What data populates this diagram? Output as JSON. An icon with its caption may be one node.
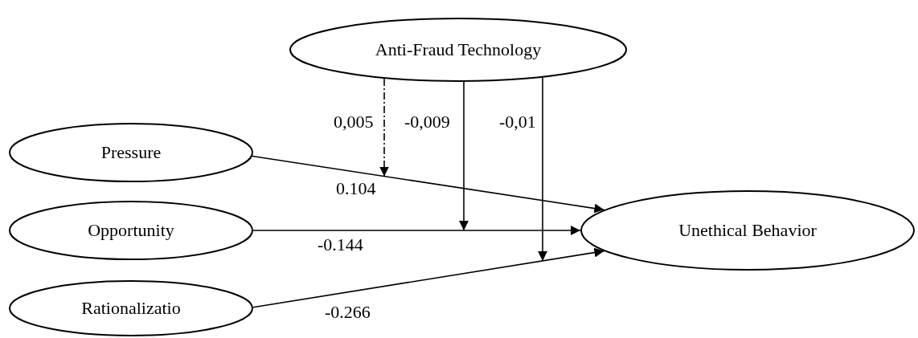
{
  "diagram": {
    "nodes": [
      {
        "text": [
          "Anti-Fraud Technology"
        ]
      },
      {
        "text": [
          "Pressure"
        ]
      },
      {
        "text": [
          "Opportunity"
        ]
      },
      {
        "text": [
          "Rationalizatio"
        ]
      },
      {
        "text": [
          "Unethical Behavior"
        ]
      }
    ],
    "edges": [
      {
        "from": 1,
        "to": 4,
        "arrow": "to",
        "label": "0.104"
      },
      {
        "from": 2,
        "to": 4,
        "arrow": "to",
        "label": "-0.144"
      },
      {
        "from": 3,
        "to": 4,
        "arrow": "to",
        "label": "-0.266"
      },
      {
        "from": 0,
        "to": null,
        "arrow": "to",
        "label": "0,005",
        "style": "dashed"
      },
      {
        "from": 0,
        "to": null,
        "arrow": "to",
        "label": "-0,009"
      },
      {
        "from": 0,
        "to": null,
        "arrow": "to",
        "label": "-0,01"
      }
    ]
  }
}
